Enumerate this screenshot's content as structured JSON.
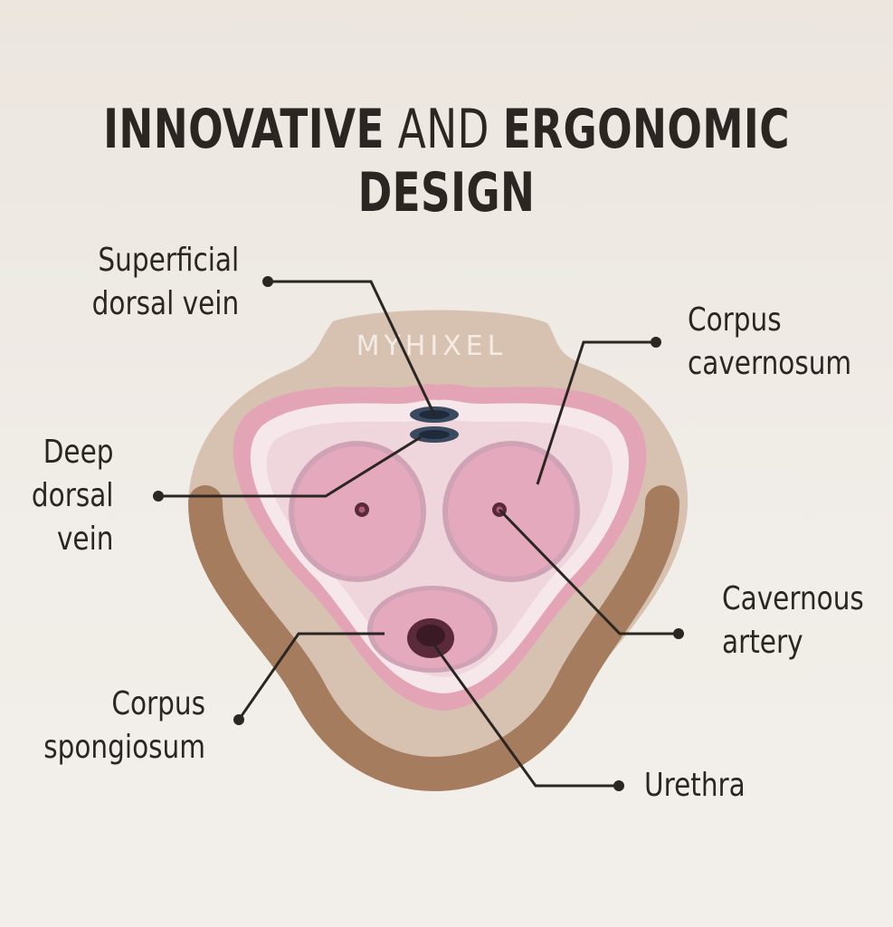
{
  "title": {
    "part1": "INNOVATIVE",
    "part2": " AND ",
    "part3": "ERGONOMIC DESIGN"
  },
  "brand_text": "MYHIXEL",
  "labels": {
    "superficial_dorsal_vein": [
      "Superficial",
      "dorsal vein"
    ],
    "deep_dorsal_vein": [
      "Deep",
      "dorsal",
      "vein"
    ],
    "corpus_cavernosum": [
      "Corpus",
      "cavernosum"
    ],
    "cavernous_artery": [
      "Cavernous",
      "artery"
    ],
    "corpus_spongiosum": [
      "Corpus",
      "spongiosum"
    ],
    "urethra": [
      "Urethra"
    ]
  },
  "colors": {
    "text": "#2b2622",
    "outer_shell": "#d7c2b2",
    "brown_band": "#a57c5e",
    "pink_ring": "#e3a5b6",
    "light_fill": "#f3e3e6",
    "tissue": "#e4a9bd",
    "vein": "#3a4a60",
    "urethra": "#5a2a3a"
  }
}
